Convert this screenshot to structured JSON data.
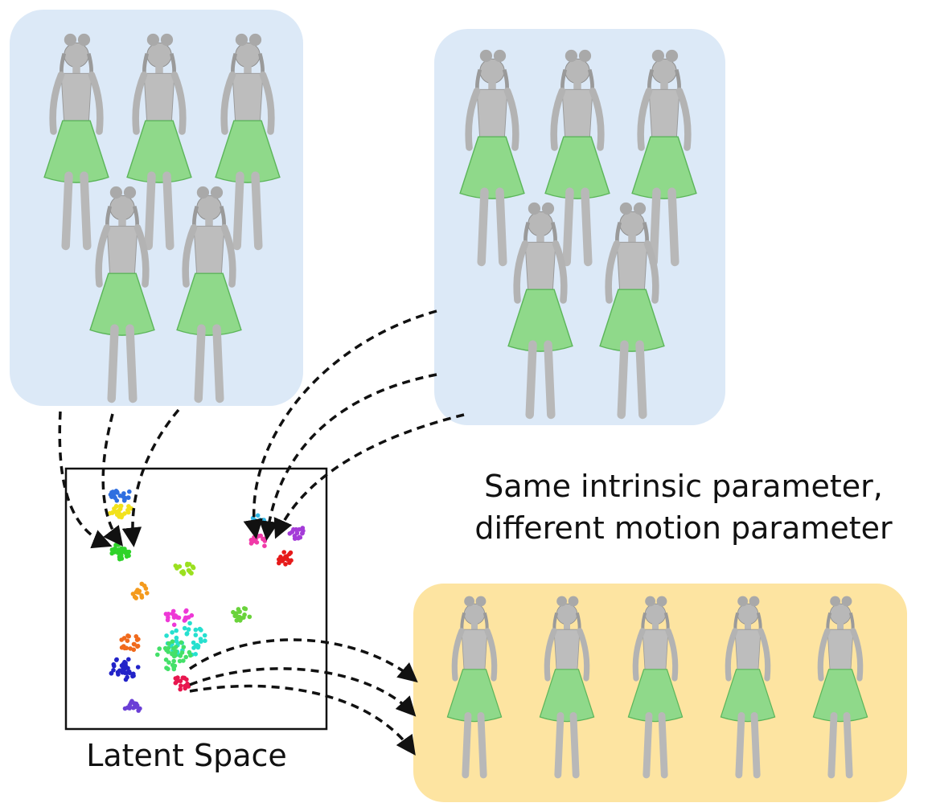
{
  "labels": {
    "latent_space": "Latent Space",
    "caption_line1": "Same intrinsic parameter,",
    "caption_line2": "different motion parameter"
  },
  "colors": {
    "panel_blue": "#dce9f7",
    "panel_yellow": "#fde4a1",
    "skirt_green": "#8fd98a",
    "skirt_green_dark": "#5cb55a",
    "body_gray": "#b8b8b8",
    "body_gray_dark": "#8f8f8f",
    "arrow": "#111111",
    "box_border": "#111111"
  },
  "clusters": [
    {
      "name": "blue",
      "color": "#2f6fe0",
      "n": 22
    },
    {
      "name": "yellow",
      "color": "#f2e21c",
      "n": 22
    },
    {
      "name": "green",
      "color": "#2fd32a",
      "n": 26
    },
    {
      "name": "cyan-top",
      "color": "#31b8e6",
      "n": 10
    },
    {
      "name": "magenta-top",
      "color": "#f03aa8",
      "n": 14
    },
    {
      "name": "purple-top",
      "color": "#a43bd8",
      "n": 16
    },
    {
      "name": "red-top",
      "color": "#e61a1a",
      "n": 18
    },
    {
      "name": "lime",
      "color": "#9be01f",
      "n": 18
    },
    {
      "name": "orange-mid",
      "color": "#f49a1c",
      "n": 14
    },
    {
      "name": "magenta-mid",
      "color": "#ee38d6",
      "n": 22
    },
    {
      "name": "cyan-mid",
      "color": "#26e0cf",
      "n": 40
    },
    {
      "name": "green-mid",
      "color": "#44e069",
      "n": 34
    },
    {
      "name": "green-right",
      "color": "#6ad33b",
      "n": 16
    },
    {
      "name": "orange-low",
      "color": "#f06a1c",
      "n": 18
    },
    {
      "name": "navy",
      "color": "#2223c8",
      "n": 34
    },
    {
      "name": "crimson",
      "color": "#e8174f",
      "n": 16
    },
    {
      "name": "violet",
      "color": "#6b3fd6",
      "n": 16
    }
  ]
}
